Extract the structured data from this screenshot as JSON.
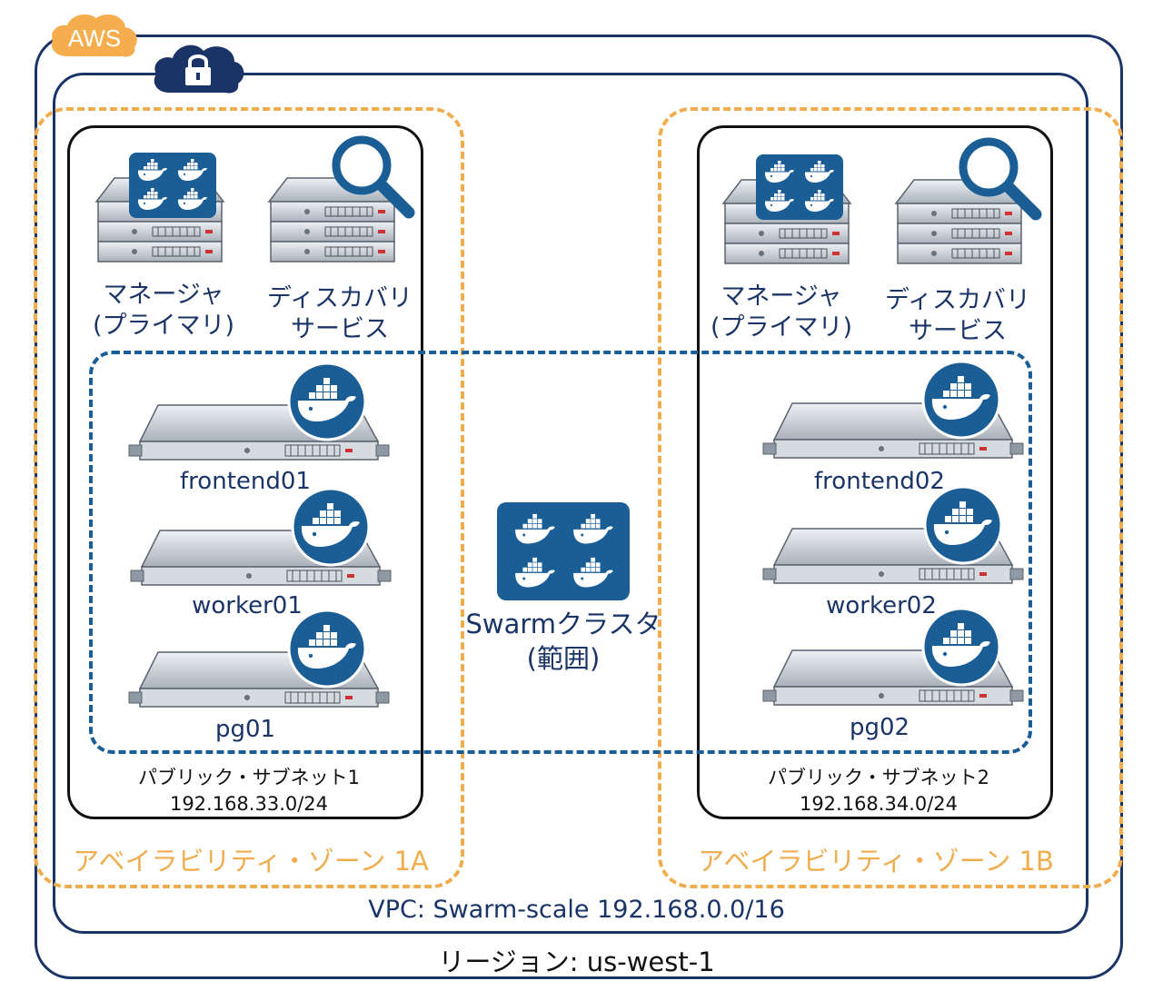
{
  "badge": {
    "aws_label": "AWS",
    "badge_color": "#f5ad4d",
    "lock_color": "#1a3467"
  },
  "region": {
    "label": "リージョン: us-west-1"
  },
  "vpc": {
    "label": "VPC: Swarm-scale 192.168.0.0/16"
  },
  "availability_zones": [
    {
      "label": "アベイラビリティ・ゾーン 1A"
    },
    {
      "label": "アベイラビリティ・ゾーン 1B"
    }
  ],
  "subnets": [
    {
      "name": "パブリック・サブネット1",
      "cidr": "192.168.33.0/24"
    },
    {
      "name": "パブリック・サブネット2",
      "cidr": "192.168.34.0/24"
    }
  ],
  "roles": {
    "manager_line1": "マネージャ",
    "manager_line2": "(プライマリ)",
    "discovery_line1": "ディスカバリ",
    "discovery_line2": "サービス"
  },
  "nodes": {
    "az1": [
      "frontend01",
      "worker01",
      "pg01"
    ],
    "az2": [
      "frontend02",
      "worker02",
      "pg02"
    ]
  },
  "swarm": {
    "line1": "Swarmクラスタ",
    "line2": "(範囲)"
  },
  "colors": {
    "navy": "#1a3467",
    "docker_blue": "#1b5e96",
    "az_orange": "#f0ad4e"
  },
  "icons": [
    "lock-icon",
    "server-stack-icon",
    "magnifier-icon",
    "docker-whale-icon",
    "swarm-icon",
    "server-icon"
  ]
}
